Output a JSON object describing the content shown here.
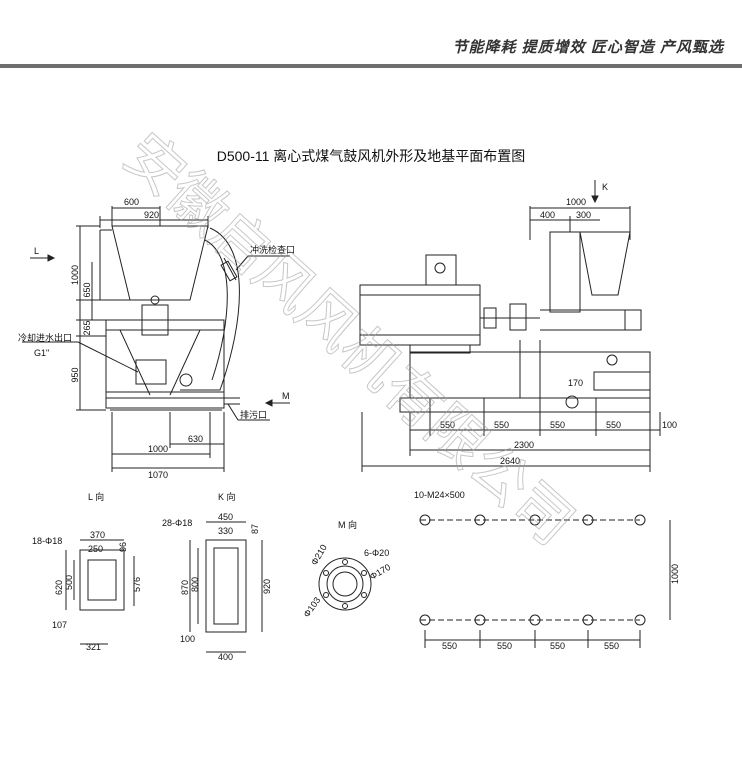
{
  "header": {
    "slogan": "节能降耗  提质增效  匠心智造  产风甄选"
  },
  "title": "D500-11 离心式煤气鼓风机外形及地基平面布置图",
  "watermark": "安徽启风风机有限公司",
  "front_view": {
    "dims": {
      "d600": "600",
      "d920": "920",
      "d1000": "1000",
      "d650": "650",
      "d265": "265",
      "d950": "950",
      "d630": "630",
      "d1000b": "1000",
      "d1070": "1070"
    },
    "labels": {
      "L": "L",
      "M": "M",
      "cleanout": "冲洗检查口",
      "cooling_outlet": "冷却进水出口",
      "g1": "G1\"",
      "drain": "排污口"
    }
  },
  "side_view": {
    "dims": {
      "d1000": "1000",
      "d400": "400",
      "d300": "300",
      "d170": "170",
      "d550a": "550",
      "d550b": "550",
      "d550c": "550",
      "d550d": "550",
      "d100": "100",
      "d2300": "2300",
      "d2640": "2640"
    },
    "labels": {
      "K": "K"
    }
  },
  "l_view": {
    "title": "L 向",
    "dims": {
      "holes": "18-Φ18",
      "d370": "370",
      "d250": "250",
      "d96": "96",
      "d620": "620",
      "d500": "500",
      "d576": "576",
      "d107": "107",
      "d321": "321"
    }
  },
  "k_view": {
    "title": "K 向",
    "dims": {
      "holes": "28-Φ18",
      "d450": "450",
      "d330": "330",
      "d87": "87",
      "d870": "870",
      "d800": "800",
      "d920": "920",
      "d100": "100",
      "d400": "400"
    }
  },
  "m_view": {
    "title": "M 向",
    "dims": {
      "holes": "6-Φ20",
      "d210": "Φ210",
      "d170": "Φ170",
      "d103": "Φ103"
    }
  },
  "foundation": {
    "dims": {
      "bolts": "10-M24×500",
      "d1000": "1000",
      "d550a": "550",
      "d550b": "550",
      "d550c": "550",
      "d550d": "550"
    }
  }
}
